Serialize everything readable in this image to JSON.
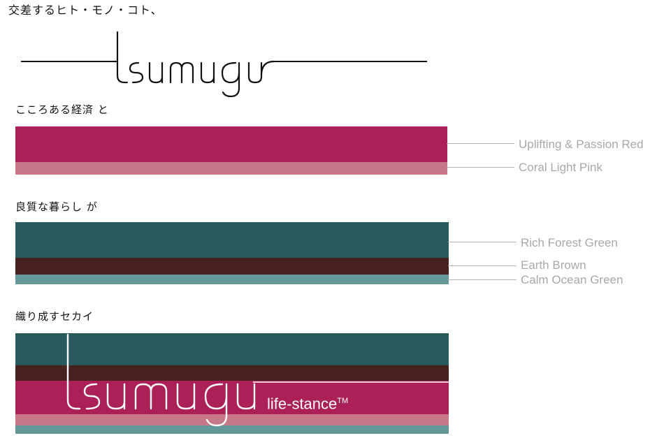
{
  "tagline": "交差するヒト・モノ・コト、",
  "logo": {
    "text": "tsumugu"
  },
  "sections": [
    {
      "title": "こころある経済 と"
    },
    {
      "title": "良質な暮らし が"
    },
    {
      "title": "織り成すセカイ"
    }
  ],
  "swatches": {
    "uplifting_red": {
      "label": "Uplifting & Passion Red",
      "color": "#ab2157"
    },
    "coral_pink": {
      "label": "Coral Light Pink",
      "color": "#c77887"
    },
    "forest_green": {
      "label": "Rich Forest Green",
      "color": "#285a5b"
    },
    "earth_brown": {
      "label": "Earth Brown",
      "color": "#47211d"
    },
    "ocean_green": {
      "label": "Calm Ocean Green",
      "color": "#649797"
    }
  },
  "combined": {
    "logo_text": "tsumugu",
    "suffix": "life-stance",
    "trademark": "TM"
  }
}
